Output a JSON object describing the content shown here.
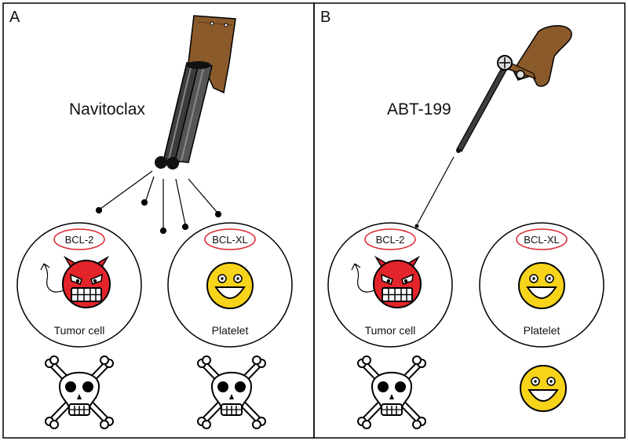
{
  "panels": [
    {
      "letter": "A",
      "drug": "Navitoclax",
      "cells": [
        {
          "protein": "BCL-2",
          "cell": "Tumor cell",
          "face": "devil",
          "outcome": "skull"
        },
        {
          "protein": "BCL-XL",
          "cell": "Platelet",
          "face": "smiley",
          "outcome": "skull"
        }
      ],
      "weapon": "shotgun-icon"
    },
    {
      "letter": "B",
      "drug": "ABT-199",
      "cells": [
        {
          "protein": "BCL-2",
          "cell": "Tumor cell",
          "face": "devil",
          "outcome": "skull"
        },
        {
          "protein": "BCL-XL",
          "cell": "Platelet",
          "face": "smiley",
          "outcome": "smiley"
        }
      ],
      "weapon": "sniper-rifle-icon"
    }
  ],
  "colors": {
    "devil": "#e3242b",
    "smiley": "#f7d31a",
    "protein_oval": "#d9252f",
    "stock": "#8b5a2b",
    "barrel": "#3c3c3c"
  }
}
